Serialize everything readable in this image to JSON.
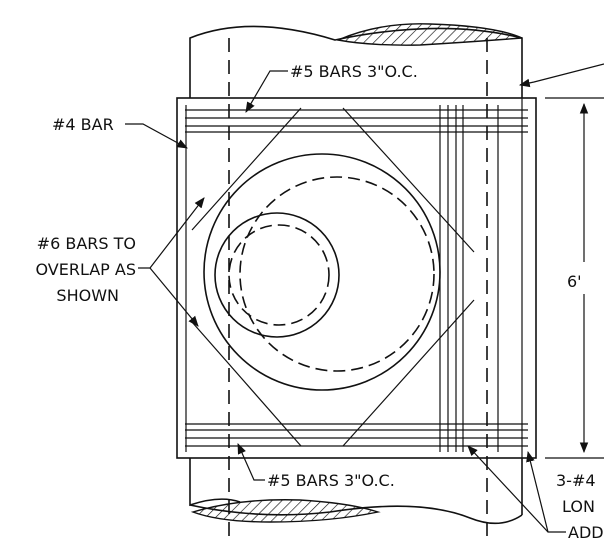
{
  "labels": {
    "bars_top": "#5 BARS 3\"O.C.",
    "bars_bottom": "#5 BARS 3\"O.C.",
    "bar4": "#4 BAR",
    "bars6_line1": "#6 BARS TO",
    "bars6_line2": "OVERLAP AS",
    "bars6_line3": "SHOWN",
    "dimension": "6'",
    "right_note_line1": "3-#4",
    "right_note_line2": "LON",
    "right_note_line3": "ADD"
  },
  "colors": {
    "ink": "#111111",
    "paper": "#ffffff"
  }
}
